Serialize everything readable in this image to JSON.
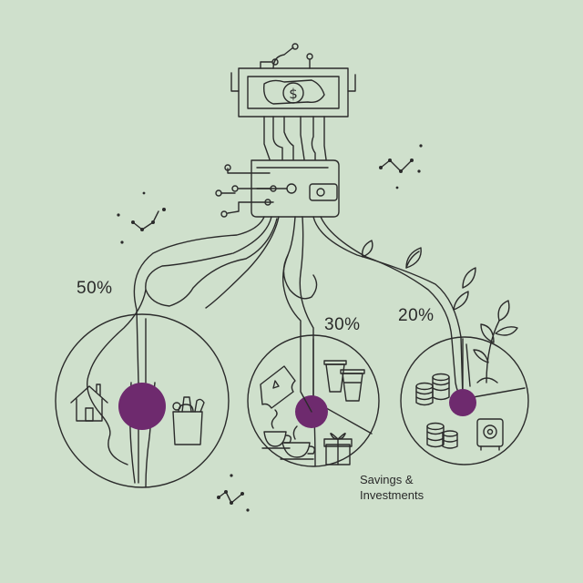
{
  "colors": {
    "background": "#cfe0cc",
    "line": "#2b2b2b",
    "accent": "#6e2a6e"
  },
  "segments": [
    {
      "id": "needs",
      "percent_label": "50%",
      "icons": [
        "house-icon",
        "grocery-bag-icon"
      ]
    },
    {
      "id": "wants",
      "percent_label": "30%",
      "icons": [
        "ticket-icon",
        "coffee-cups-icon",
        "teacups-icon",
        "gift-icon"
      ]
    },
    {
      "id": "savings",
      "percent_label": "20%",
      "icons": [
        "coin-stack-icon",
        "coin-stack-icon",
        "safe-icon",
        "plant-sprout-icon"
      ]
    }
  ],
  "caption": {
    "line1": "Savings &",
    "line2": "Investments"
  },
  "icons": {
    "source": "dollar-bill-icon",
    "hub": "wallet-icon"
  }
}
